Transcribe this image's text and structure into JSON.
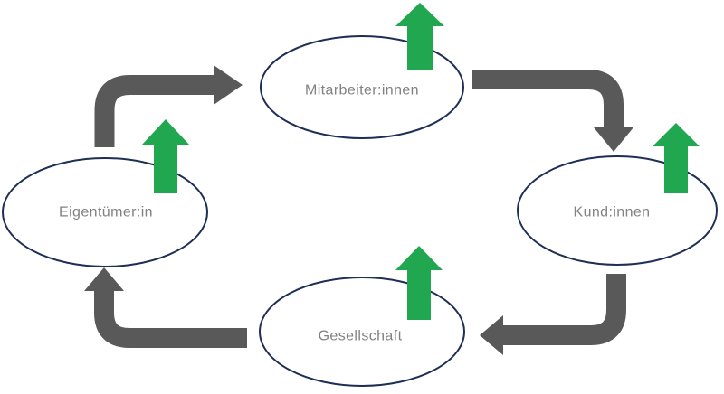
{
  "diagram": {
    "type": "cycle",
    "nodes": [
      {
        "id": "mitarbeiter",
        "label": "Mitarbeiter:innen",
        "growth_arrow": true
      },
      {
        "id": "kunden",
        "label": "Kund:innen",
        "growth_arrow": true
      },
      {
        "id": "gesellschaft",
        "label": "Gesellschaft",
        "growth_arrow": true
      },
      {
        "id": "eigentuemer",
        "label": "Eigentümer:in",
        "growth_arrow": true
      }
    ],
    "cycle_arrows": [
      {
        "from": "Eigentümer:in",
        "to": "Mitarbeiter:innen"
      },
      {
        "from": "Mitarbeiter:innen",
        "to": "Kund:innen"
      },
      {
        "from": "Kund:innen",
        "to": "Gesellschaft"
      },
      {
        "from": "Gesellschaft",
        "to": "Eigentümer:in"
      }
    ],
    "colors": {
      "background": "#FFFFFF",
      "node_fill": "#FFFFFF",
      "node_outline": "#1E2F55",
      "label_text": "#818181",
      "cycle_arrow": "#595959",
      "growth_arrow": "#22A751"
    }
  }
}
